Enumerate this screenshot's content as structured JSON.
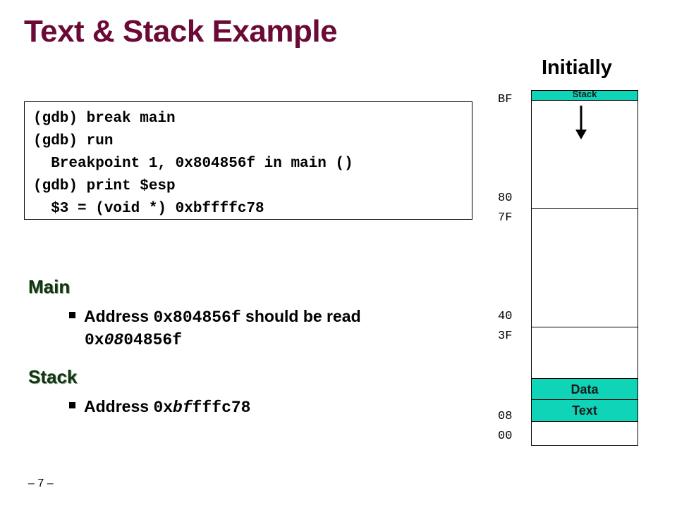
{
  "slide": {
    "title": "Text & Stack Example",
    "page_number": "– 7 –"
  },
  "gdb": {
    "lines": [
      "(gdb) break main",
      "(gdb) run",
      "  Breakpoint 1, 0x804856f in main ()",
      "(gdb) print $esp",
      "  $3 = (void *) 0xbffffc78"
    ]
  },
  "main_section": {
    "heading": "Main",
    "bullet_prefix": "Address ",
    "bullet_code": "0x804856f",
    "bullet_suffix": " should be read",
    "cont_prefix": "0x",
    "cont_italic": "08",
    "cont_rest": "04856f"
  },
  "stack_section": {
    "heading": "Stack",
    "bullet_prefix": "Address ",
    "code_prefix": "0x",
    "code_italic": "bf",
    "code_rest": "fffc78"
  },
  "diagram": {
    "label": "Initially",
    "addresses": {
      "bf": "BF",
      "a80": "80",
      "a7f": "7F",
      "a40": "40",
      "a3f": "3F",
      "a08": "08",
      "a00": "00"
    },
    "segments": {
      "stack": "Stack",
      "data": "Data",
      "text": "Text"
    },
    "colors": {
      "segment_fill": "#0fd4b7",
      "title": "#6b0a36",
      "section_heading": "#0d3a0d"
    },
    "arrow_icon": "down-arrow-icon"
  }
}
